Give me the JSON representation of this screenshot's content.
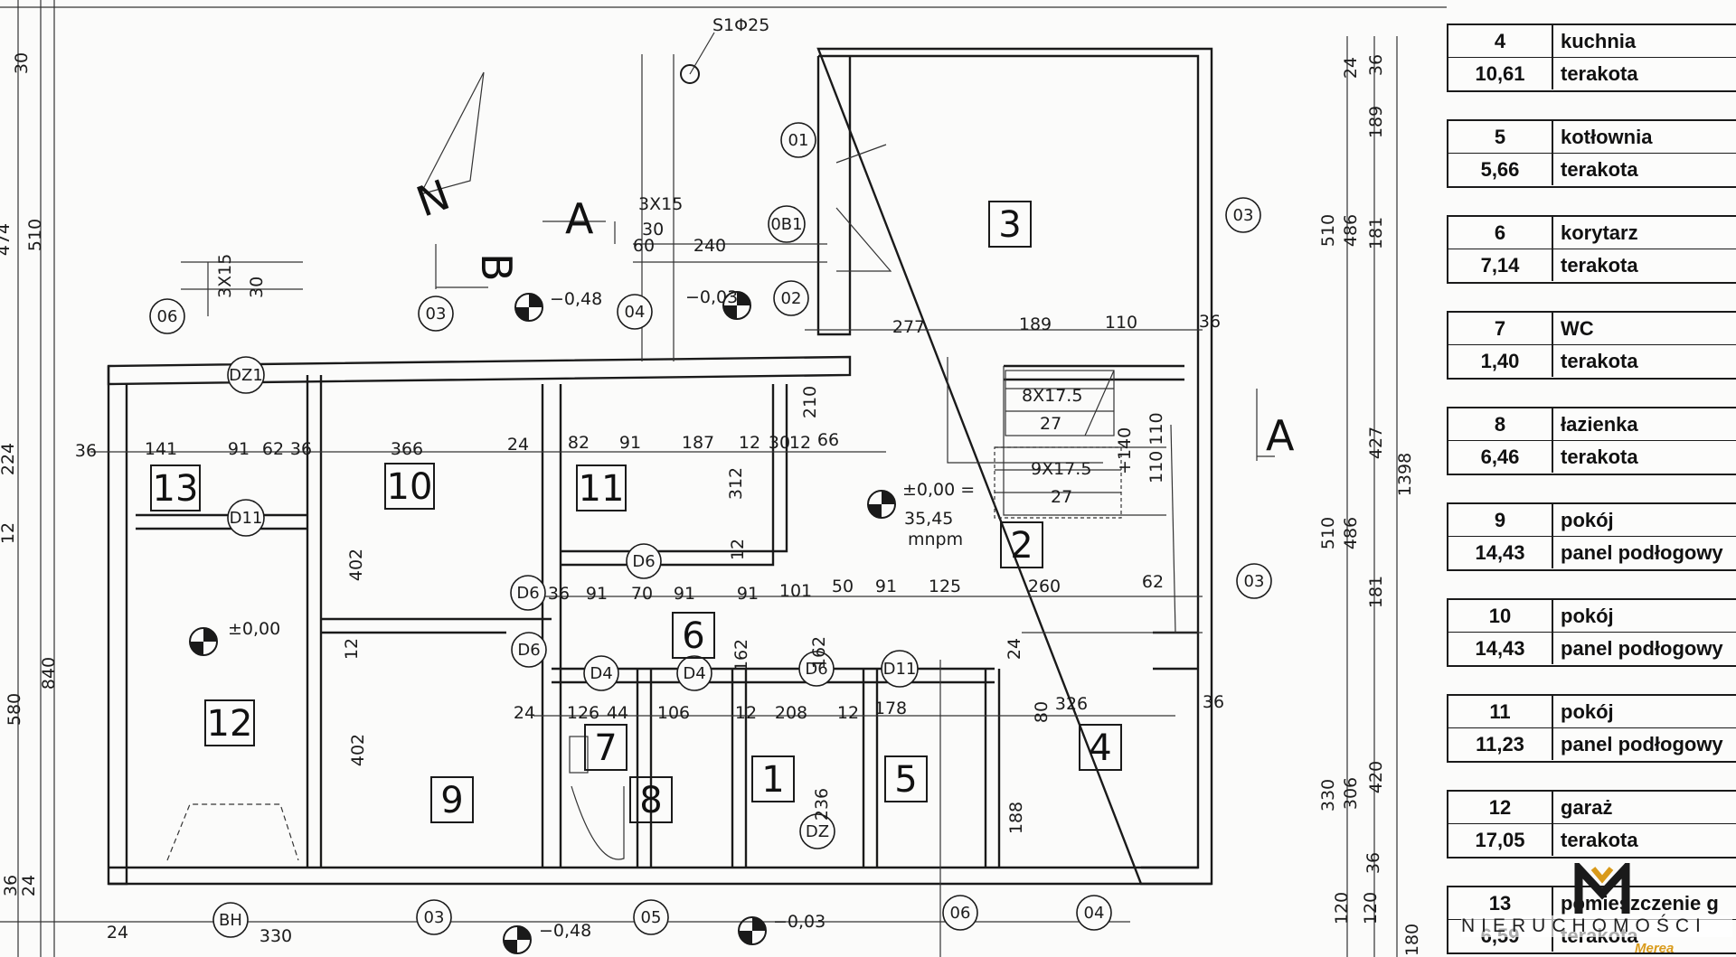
{
  "plan": {
    "north_label": "N",
    "section_labels": {
      "a_top": "A",
      "a_right": "A",
      "b": "B"
    },
    "column_note": "S1Φ25",
    "stair_note_a": "3X15",
    "stair_note_a2": "30",
    "stair_note_b": "3X15",
    "stair_note_b2": "30",
    "stairs_top": "8X17.5",
    "stairs_top_2": "27",
    "stairs_bottom": "9X17.5",
    "stairs_bottom_2": "27",
    "stair_height": "+140",
    "stair_height_2": "110 110",
    "level_main": "±0,00 =",
    "level_main_2": "35,45",
    "level_main_3": "mnpm",
    "level_garage": "±0,00",
    "level_minus_048_top": "−0,48",
    "level_minus_003_top": "−0,03",
    "level_minus_048_bottom": "−0,48",
    "level_minus_003_bottom": "−0,03",
    "circles": [
      "01",
      "0B1",
      "02",
      "03",
      "04",
      "03",
      "03",
      "06",
      "03",
      "05",
      "06",
      "04",
      "BH",
      "DZ1",
      "D11",
      "D6",
      "D6",
      "D6",
      "D4",
      "D4",
      "D6",
      "D11",
      "DZ"
    ],
    "rooms": [
      "1",
      "2",
      "3",
      "4",
      "5",
      "6",
      "7",
      "8",
      "9",
      "10",
      "11",
      "12",
      "13"
    ],
    "dims": {
      "d240": "240",
      "d60": "60",
      "d277": "277",
      "d189": "189",
      "d110": "110",
      "d36a": "36",
      "d36b": "36",
      "d141": "141",
      "d91a": "91",
      "d62": "62",
      "d36c": "36",
      "d366": "366",
      "d24a": "24",
      "d82": "82",
      "d91b": "91",
      "d187": "187",
      "d12a": "12",
      "d30": "30",
      "d12b": "12",
      "d66": "66",
      "d36d": "36",
      "d91c": "91",
      "d70": "70",
      "d91d": "91",
      "d91e": "91",
      "d101": "101",
      "d50": "50",
      "d91f": "91",
      "d125": "125",
      "d260": "260",
      "d62b": "62",
      "d24b": "24",
      "d126": "126",
      "d44": "44",
      "d106": "106",
      "d12c": "12",
      "d208": "208",
      "d12d": "12",
      "d178": "178",
      "d326": "326",
      "d36e": "36",
      "v402a": "402",
      "v402b": "402",
      "v312": "312",
      "v210": "210",
      "v162a": "162",
      "v162b": "162",
      "v12a": "12",
      "v12b": "12",
      "v236": "236",
      "v188": "188",
      "v80": "80",
      "v24": "24",
      "b24": "24",
      "b330": "330",
      "l510": "510",
      "l474": "474",
      "l224": "224",
      "l12": "12",
      "l840": "840",
      "l580": "580",
      "l36": "36",
      "l24": "24",
      "l30": "30",
      "r24": "24",
      "r36": "36",
      "r189": "189",
      "r181a": "181",
      "r486a": "486",
      "r510a": "510",
      "r427": "427",
      "r1398": "1398",
      "r486b": "486",
      "r181b": "181",
      "r510b": "510",
      "r420": "420",
      "r306": "306",
      "r330": "330",
      "r36b": "36",
      "r120a": "120",
      "r120b": "120",
      "r180": "180"
    }
  },
  "legend": [
    {
      "number": "4",
      "name": "kuchnia",
      "area": "10,61",
      "floor": "terakota"
    },
    {
      "number": "5",
      "name": "kotłownia",
      "area": "5,66",
      "floor": "terakota"
    },
    {
      "number": "6",
      "name": "korytarz",
      "area": "7,14",
      "floor": "terakota"
    },
    {
      "number": "7",
      "name": "WC",
      "area": "1,40",
      "floor": "terakota"
    },
    {
      "number": "8",
      "name": "łazienka",
      "area": "6,46",
      "floor": "terakota"
    },
    {
      "number": "9",
      "name": "pokój",
      "area": "14,43",
      "floor": "panel podłogowy"
    },
    {
      "number": "10",
      "name": "pokój",
      "area": "14,43",
      "floor": "panel podłogowy"
    },
    {
      "number": "11",
      "name": "pokój",
      "area": "11,23",
      "floor": "panel podłogowy"
    },
    {
      "number": "12",
      "name": "garaż",
      "area": "17,05",
      "floor": "terakota"
    },
    {
      "number": "13",
      "name": "pomieszczenie g",
      "area": "6,59",
      "floor": "terakota"
    }
  ],
  "logo": {
    "brand": "NIERUCHOMOŚCI",
    "sub": "Merea",
    "accent": "#d99a1a"
  }
}
